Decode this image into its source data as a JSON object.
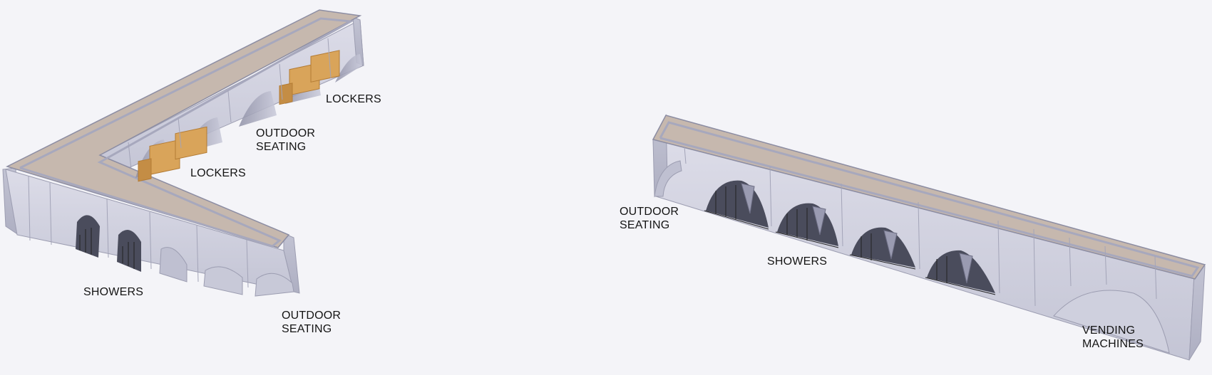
{
  "palette": {
    "background": "#f4f4f8",
    "wall": "#cfd0de",
    "wall_shade": "#b7b8c9",
    "wall_line": "#9c9db1",
    "roof": "#c6b8ae",
    "parapet": "#a7a8bd",
    "glass": "#3b3d4c",
    "locker": "#d9a45a",
    "locker_dark": "#b37b34",
    "label_text": "#141414"
  },
  "labels": {
    "lockers_top": [
      "LOCKERS"
    ],
    "outdoor_seating_upper": [
      "OUTDOOR",
      "SEATING"
    ],
    "lockers_mid": [
      "LOCKERS"
    ],
    "showers_left": [
      "SHOWERS"
    ],
    "outdoor_seating_lower": [
      "OUTDOOR",
      "SEATING"
    ],
    "outdoor_seating_right": [
      "OUTDOOR",
      "SEATING"
    ],
    "showers_right": [
      "SHOWERS"
    ],
    "vending_machines": [
      "VENDING",
      "MACHINES"
    ]
  }
}
